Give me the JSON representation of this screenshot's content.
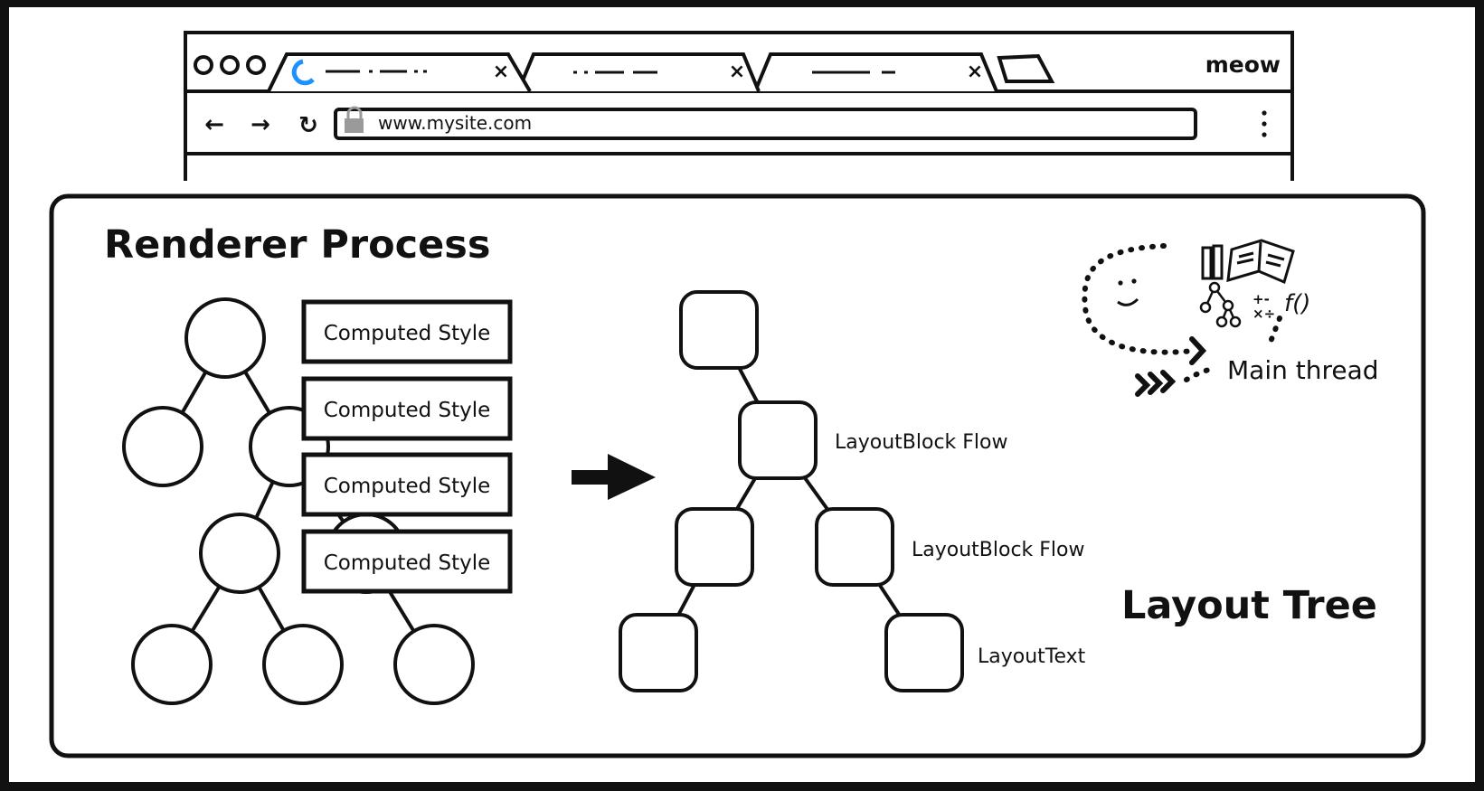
{
  "browser": {
    "window_dots": [
      "dot",
      "dot",
      "dot"
    ],
    "tabs": [
      {
        "label": "",
        "close_glyph": "×",
        "state": "active-loading"
      },
      {
        "label": "",
        "close_glyph": "×",
        "state": "inactive"
      },
      {
        "label": "",
        "close_glyph": "×",
        "state": "inactive"
      }
    ],
    "brand": "meow",
    "nav": {
      "back": "←",
      "forward": "→",
      "reload": "↻"
    },
    "address": "www.mysite.com",
    "menu_icon": "kebab-menu-icon"
  },
  "renderer": {
    "title": "Renderer Process",
    "computed_styles": [
      "Computed Style",
      "Computed Style",
      "Computed Style",
      "Computed Style"
    ],
    "layout_labels": [
      "LayoutBlock Flow",
      "LayoutBlock Flow",
      "LayoutText"
    ],
    "layout_title": "Layout Tree",
    "main_thread": {
      "label": "Main thread",
      "icons": [
        "smiley-face-icon",
        "pencils-icon",
        "open-book-icon",
        "tree-graph-icon",
        "math-symbols-icon",
        "function-icon",
        "chevrons-icon"
      ],
      "math_top": "+-",
      "math_bottom": "×÷",
      "fn": "f()"
    }
  },
  "colors": {
    "frame": "#111111",
    "paper": "#ffffff",
    "loading_spinner": "#1e90ff"
  }
}
